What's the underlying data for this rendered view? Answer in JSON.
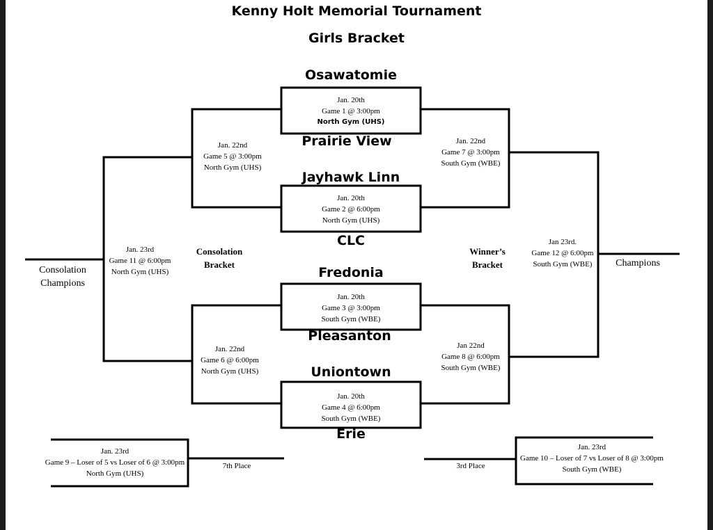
{
  "title": "Kenny Holt Memorial Tournament",
  "subtitle": "Girls Bracket",
  "teams": {
    "t1": "Osawatomie",
    "t2": "Prairie View",
    "t3": "Jayhawk Linn",
    "t4": "CLC",
    "t5": "Fredonia",
    "t6": "Pleasanton",
    "t7": "Uniontown",
    "t8": "Erie"
  },
  "games": {
    "g1": {
      "date": "Jan. 20th",
      "game": "Game 1  @ 3:00pm",
      "place": "North Gym (UHS)"
    },
    "g2": {
      "date": "Jan. 20th",
      "game": "Game 2  @  6:00pm",
      "place": "North Gym (UHS)"
    },
    "g3": {
      "date": "Jan. 20th",
      "game": "Game 3  @  3:00pm",
      "place": "South Gym (WBE)"
    },
    "g4": {
      "date": "Jan. 20th",
      "game": "Game 4  @ 6:00pm",
      "place": "South Gym (WBE)"
    },
    "g5": {
      "date": "Jan. 22nd",
      "game": "Game 5 @ 3:00pm",
      "place": "North Gym (UHS)"
    },
    "g6": {
      "date": "Jan. 22nd",
      "game": "Game 6 @ 6:00pm",
      "place": "North Gym (UHS)"
    },
    "g7": {
      "date": "Jan. 22nd",
      "game": "Game 7  @ 3:00pm",
      "place": "South Gym (WBE)"
    },
    "g8": {
      "date": "Jan 22nd",
      "game": "Game 8 @ 6:00pm",
      "place": "South Gym (WBE)"
    },
    "g9": {
      "date": "Jan. 23rd",
      "game": "Game 9 – Loser of 5 vs Loser of 6 @ 3:00pm",
      "place": "North Gym (UHS)"
    },
    "g10": {
      "date": "Jan. 23rd",
      "game": "Game 10 – Loser of 7 vs Loser of 8 @ 3:00pm",
      "place": "South Gym (WBE)"
    },
    "g11": {
      "date": "Jan. 23rd",
      "game": "Game 11  @ 6:00pm",
      "place": "North Gym (UHS)"
    },
    "g12": {
      "date": "Jan 23rd.",
      "game": "Game 12  @ 6:00pm",
      "place": "South Gym (WBE)"
    }
  },
  "labels": {
    "consolation_line1": "Consolation",
    "consolation_line2": "Bracket",
    "winners_line1": "Winner’s",
    "winners_line2": "Bracket",
    "cons_champ_line1": "Consolation",
    "cons_champ_line2": "Champions",
    "champions": "Champions",
    "seventh": "7th Place",
    "third": "3rd Place"
  }
}
